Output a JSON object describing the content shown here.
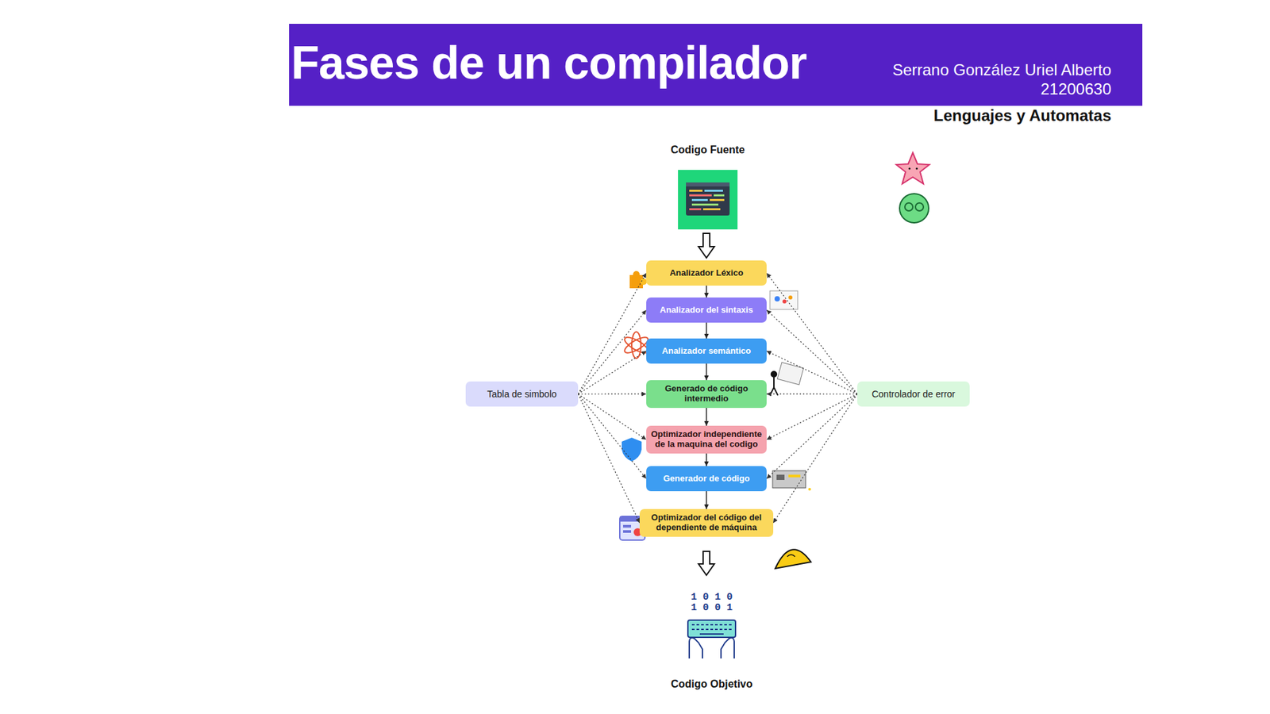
{
  "diagram": {
    "title": "Fases de un compilador",
    "nodes": [
      {
        "text": [
          "Analizador Léxico"
        ]
      },
      {
        "text": [
          "Analizador del sintaxis"
        ]
      },
      {
        "text": [
          "Analizador semántico"
        ]
      },
      {
        "text": [
          "Generado de código intermedio"
        ]
      },
      {
        "text": [
          "Optimizador independiente de la maquina del codigo"
        ]
      },
      {
        "text": [
          "Generador de código"
        ]
      },
      {
        "text": [
          "Optimizador del código del dependiente de máquina"
        ]
      },
      {
        "text": [
          "Tabla de simbolo"
        ]
      },
      {
        "text": [
          "Controlador de error"
        ]
      }
    ],
    "edges": [
      {
        "from": 0,
        "to": 1,
        "arrow": "to"
      },
      {
        "from": 1,
        "to": 2,
        "arrow": "to"
      },
      {
        "from": 2,
        "to": 3,
        "arrow": "to"
      },
      {
        "from": 3,
        "to": 4,
        "arrow": "to"
      },
      {
        "from": 4,
        "to": 5,
        "arrow": "to"
      },
      {
        "from": 5,
        "to": 6,
        "arrow": "to"
      },
      {
        "from": 7,
        "to": 0,
        "arrow": "to"
      },
      {
        "from": 7,
        "to": 1,
        "arrow": "to"
      },
      {
        "from": 7,
        "to": 2,
        "arrow": "to"
      },
      {
        "from": 7,
        "to": 3,
        "arrow": "to"
      },
      {
        "from": 7,
        "to": 4,
        "arrow": "to"
      },
      {
        "from": 7,
        "to": 5,
        "arrow": "to"
      },
      {
        "from": 7,
        "to": 6,
        "arrow": "to"
      },
      {
        "from": 8,
        "to": 0,
        "arrow": "to"
      },
      {
        "from": 8,
        "to": 1,
        "arrow": "to"
      },
      {
        "from": 8,
        "to": 2,
        "arrow": "to"
      },
      {
        "from": 8,
        "to": 3,
        "arrow": "to"
      },
      {
        "from": 8,
        "to": 4,
        "arrow": "to"
      },
      {
        "from": 8,
        "to": 5,
        "arrow": "to"
      },
      {
        "from": 8,
        "to": 6,
        "arrow": "to"
      }
    ],
    "labels": [
      "Serrano González Uriel Alberto",
      "21200630",
      "Lenguajes y Automatas",
      "Codigo Fuente",
      "1 0 1 0",
      "1 0 0 1",
      "Codigo Objetivo"
    ]
  }
}
